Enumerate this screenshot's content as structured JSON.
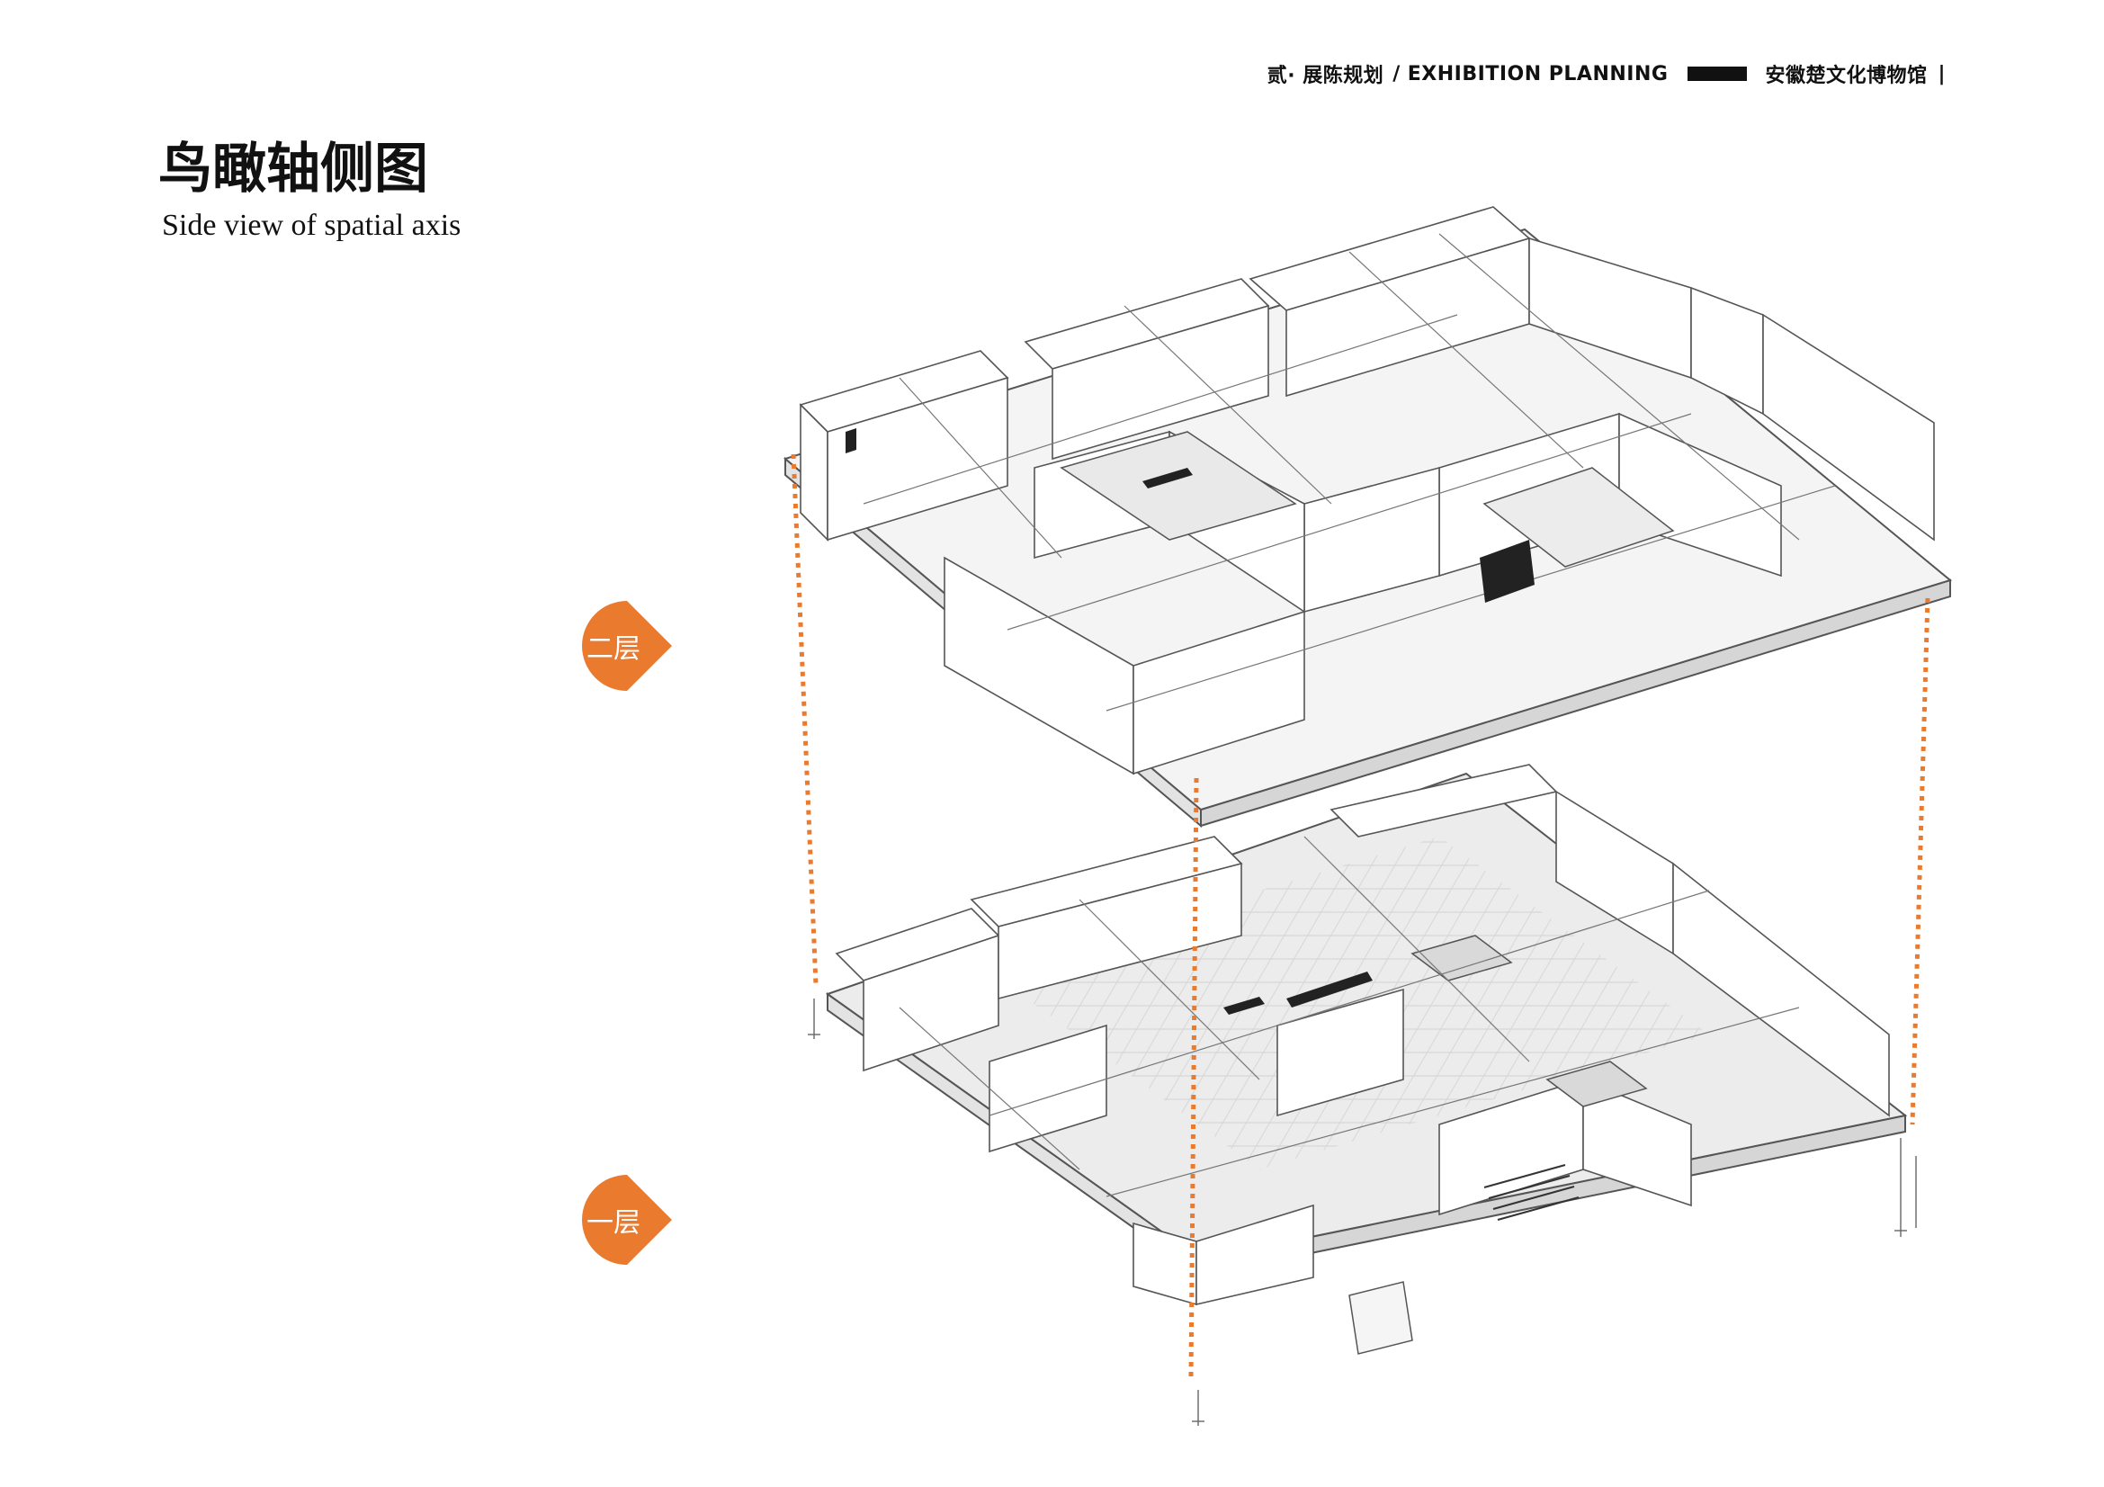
{
  "header": {
    "section": "贰· 展陈规划",
    "separator": "/",
    "section_en": "EXHIBITION PLANNING",
    "museum": "安徽楚文化博物馆",
    "end_mark": "|"
  },
  "title": "鸟瞰轴侧图",
  "subtitle": "Side view of spatial axis",
  "floors": {
    "upper": {
      "label": "二层"
    },
    "lower": {
      "label": "一层"
    }
  },
  "colors": {
    "accent": "#E97A2E",
    "line": "#4a4a4a",
    "slab": "#f2f2f2",
    "wall": "#ffffff"
  }
}
